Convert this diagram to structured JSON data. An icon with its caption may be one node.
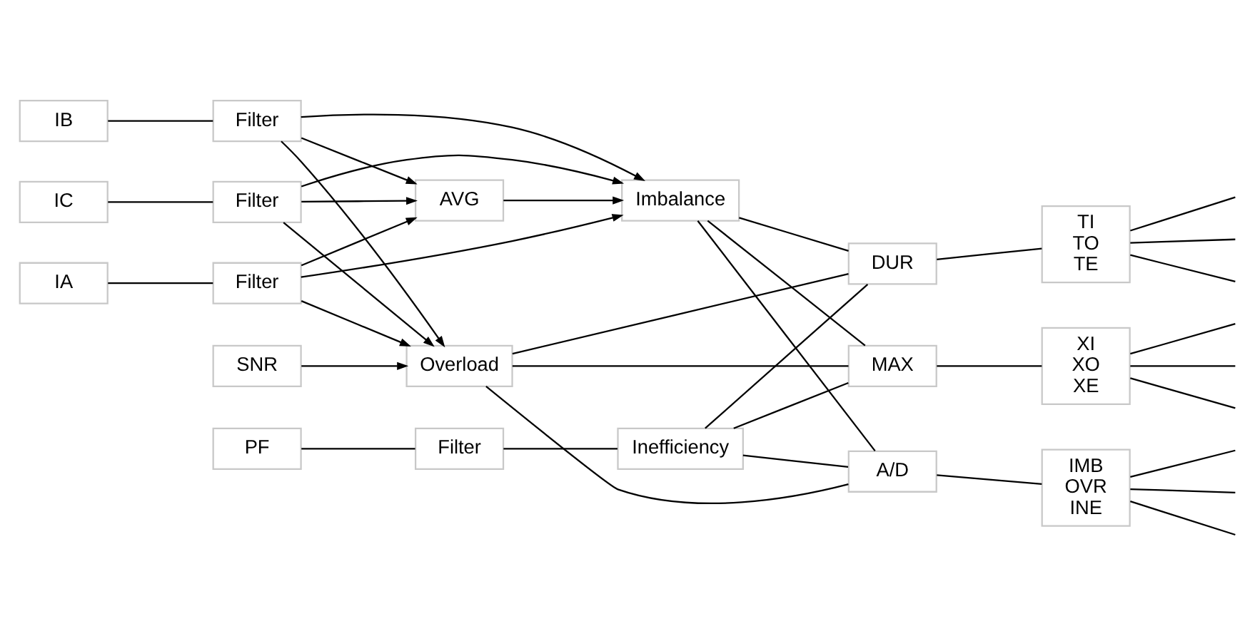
{
  "diagram": {
    "nodes": [
      {
        "text": [
          "IA"
        ]
      },
      {
        "text": [
          "Filter"
        ]
      },
      {
        "text": [
          "IB"
        ]
      },
      {
        "text": [
          "Filter"
        ]
      },
      {
        "text": [
          "IC"
        ]
      },
      {
        "text": [
          "Filter"
        ]
      },
      {
        "text": [
          "AVG"
        ]
      },
      {
        "text": [
          "Imbalance"
        ]
      },
      {
        "text": [
          "Overload"
        ]
      },
      {
        "text": [
          "SNR"
        ]
      },
      {
        "text": [
          "PF"
        ]
      },
      {
        "text": [
          "Filter"
        ]
      },
      {
        "text": [
          "Inefficiency"
        ]
      },
      {
        "text": [
          "MAX"
        ]
      },
      {
        "text": [
          "XI",
          "XO",
          "XE"
        ]
      },
      {
        "text": [
          "A/D"
        ]
      },
      {
        "text": [
          "IMB",
          "OVR",
          "INE"
        ]
      },
      {
        "text": [
          "DUR"
        ]
      },
      {
        "text": [
          "TI",
          "TO",
          "TE"
        ]
      }
    ],
    "edges": [
      {
        "from": 0,
        "to": 1,
        "arrow": "none"
      },
      {
        "from": 2,
        "to": 3,
        "arrow": "none"
      },
      {
        "from": 4,
        "to": 5,
        "arrow": "none"
      },
      {
        "from": 10,
        "to": 11,
        "arrow": "none"
      },
      {
        "from": 1,
        "to": 6,
        "arrow": "to"
      },
      {
        "from": 1,
        "to": 7,
        "arrow": "to"
      },
      {
        "from": 1,
        "to": 8,
        "arrow": "to"
      },
      {
        "from": 3,
        "to": 6,
        "arrow": "to"
      },
      {
        "from": 3,
        "to": 7,
        "arrow": "to"
      },
      {
        "from": 3,
        "to": 8,
        "arrow": "to"
      },
      {
        "from": 5,
        "to": 6,
        "arrow": "to"
      },
      {
        "from": 5,
        "to": 7,
        "arrow": "to"
      },
      {
        "from": 5,
        "to": 8,
        "arrow": "to"
      },
      {
        "from": 6,
        "to": 7,
        "arrow": "to"
      },
      {
        "from": 9,
        "to": 8,
        "arrow": "to"
      },
      {
        "from": 11,
        "to": 12,
        "arrow": "none"
      },
      {
        "from": 7,
        "to": 13,
        "arrow": "none"
      },
      {
        "from": 7,
        "to": 15,
        "arrow": "none"
      },
      {
        "from": 7,
        "to": 17,
        "arrow": "none"
      },
      {
        "from": 8,
        "to": 13,
        "arrow": "none"
      },
      {
        "from": 8,
        "to": 15,
        "arrow": "none"
      },
      {
        "from": 8,
        "to": 17,
        "arrow": "none"
      },
      {
        "from": 12,
        "to": 13,
        "arrow": "none"
      },
      {
        "from": 12,
        "to": 15,
        "arrow": "none"
      },
      {
        "from": 12,
        "to": 17,
        "arrow": "none"
      },
      {
        "from": 13,
        "to": 14,
        "arrow": "none"
      },
      {
        "from": 15,
        "to": 16,
        "arrow": "none"
      },
      {
        "from": 17,
        "to": 18,
        "arrow": "none"
      },
      {
        "from": 14,
        "to": null,
        "arrow": "none"
      },
      {
        "from": 14,
        "to": null,
        "arrow": "none"
      },
      {
        "from": 14,
        "to": null,
        "arrow": "none"
      },
      {
        "from": 16,
        "to": null,
        "arrow": "none"
      },
      {
        "from": 16,
        "to": null,
        "arrow": "none"
      },
      {
        "from": 16,
        "to": null,
        "arrow": "none"
      },
      {
        "from": 18,
        "to": null,
        "arrow": "none"
      },
      {
        "from": 18,
        "to": null,
        "arrow": "none"
      },
      {
        "from": 18,
        "to": null,
        "arrow": "none"
      }
    ]
  }
}
